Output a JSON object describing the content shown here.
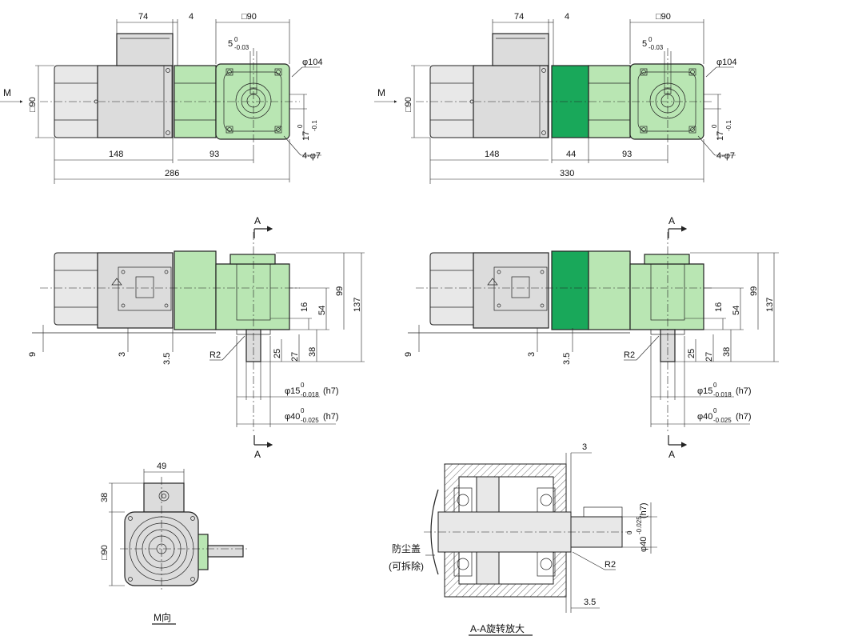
{
  "colors": {
    "motor_gray": "#dcdcdc",
    "gearbox_light_green": "#b9e6b3",
    "spacer_dark_green": "#19a85a",
    "line": "#222222"
  },
  "top_left": {
    "dim_74": "74",
    "dim_4": "4",
    "dim_sq90": "□90",
    "dim_key": "5",
    "dim_key_tol": "0",
    "dim_key_tol2": "-0.03",
    "dim_phi104": "φ104",
    "dim_M": "M",
    "dim_sq90_side": "□90",
    "dim_17": "17",
    "dim_17_tol": "0",
    "dim_17_tol2": "-0.1",
    "dim_148": "148",
    "dim_93": "93",
    "dim_4phi7": "4-φ7",
    "dim_286": "286"
  },
  "top_right": {
    "dim_74": "74",
    "dim_4": "4",
    "dim_sq90": "□90",
    "dim_key": "5",
    "dim_key_tol": "0",
    "dim_key_tol2": "-0.03",
    "dim_phi104": "φ104",
    "dim_M": "M",
    "dim_sq90_side": "□90",
    "dim_17": "17",
    "dim_17_tol": "0",
    "dim_17_tol2": "-0.1",
    "dim_148": "148",
    "dim_44": "44",
    "dim_93": "93",
    "dim_4phi7": "4-φ7",
    "dim_330": "330"
  },
  "mid_left": {
    "section_A_top": "A",
    "section_A_bottom": "A",
    "dim_16": "16",
    "dim_54": "54",
    "dim_99": "99",
    "dim_137": "137",
    "dim_9": "9",
    "dim_3": "3",
    "dim_3_5": "3.5",
    "dim_R2": "R2",
    "dim_25": "25",
    "dim_27": "27",
    "dim_38": "38",
    "dim_phi15": "φ15",
    "dim_phi15_tol": "0",
    "dim_phi15_tol2": "-0.018",
    "dim_phi15_fit": "(h7)",
    "dim_phi40": "φ40",
    "dim_phi40_tol": "0",
    "dim_phi40_tol2": "-0.025",
    "dim_phi40_fit": "(h7)"
  },
  "mid_right": {
    "section_A_top": "A",
    "section_A_bottom": "A",
    "dim_16": "16",
    "dim_54": "54",
    "dim_99": "99",
    "dim_137": "137",
    "dim_9": "9",
    "dim_3": "3",
    "dim_3_5": "3.5",
    "dim_R2": "R2",
    "dim_25": "25",
    "dim_27": "27",
    "dim_38": "38",
    "dim_phi15": "φ15",
    "dim_phi15_tol": "0",
    "dim_phi15_tol2": "-0.018",
    "dim_phi15_fit": "(h7)",
    "dim_phi40": "φ40",
    "dim_phi40_tol": "0",
    "dim_phi40_tol2": "-0.025",
    "dim_phi40_fit": "(h7)"
  },
  "m_view": {
    "dim_49": "49",
    "dim_38": "38",
    "dim_sq90": "□90",
    "caption": "M向"
  },
  "section_view": {
    "dim_3": "3",
    "dim_phi40": "φ40",
    "dim_phi40_tol": "0",
    "dim_phi40_tol2": "-0.025",
    "dim_phi40_fit": "(h7)",
    "dim_R2": "R2",
    "dim_3_5": "3.5",
    "label_dust_cover": "防尘盖",
    "label_removable": "(可拆除)",
    "caption": "A-A旋转放大"
  }
}
